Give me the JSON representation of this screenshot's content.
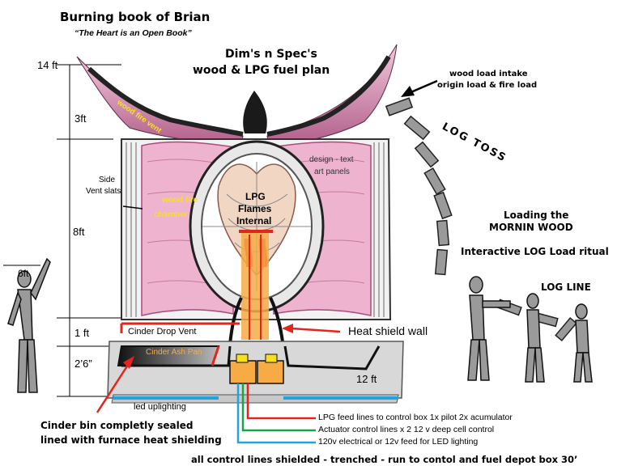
{
  "title": {
    "main": "Burning book of Brian",
    "subtitle": "“The Heart is an Open Book”"
  },
  "plan": {
    "line1": "Dim's n Spec's",
    "line2": "wood & LPG fuel  plan"
  },
  "heights": {
    "h14": "14 ft",
    "h3": "3ft",
    "h8": "8ft",
    "h6": "6ft",
    "h1": "1 ft",
    "h26": "2’6”",
    "w12": "12 ft"
  },
  "labels": {
    "wood_fire_vent": "wood fire vent",
    "side_vent_1": "Side",
    "side_vent_2": "Vent slats",
    "wood_fire_chamber_1": "wood fire",
    "wood_fire_chamber_2": "chamber",
    "design_1": "design - text",
    "design_2": "art panels",
    "lpg_1": "LPG",
    "lpg_2": "Flames",
    "lpg_3": "Internal",
    "cinder_drop": "Cinder Drop  Vent",
    "cinder_ash": "Cinder Ash Pan",
    "heat_shield": "Heat shield wall",
    "led_uplighting": "led uplighting",
    "wood_intake_1": "wood load intake",
    "wood_intake_2": "origin load & fire load",
    "log_toss": "LOG TOSS",
    "loading_1": "Loading the",
    "loading_2": "MORNIN WOOD",
    "ritual": "Interactive LOG Load ritual",
    "log_line": "LOG LINE",
    "cinder_bin_1": "Cinder bin completly sealed",
    "cinder_bin_2": "lined with furnace heat shielding",
    "lpg_feed": "LPG feed lines to control box 1x pilot 2x acumulator",
    "actuator": "Actuator control lines x 2  12 v deep cell  control",
    "electrical": "120v electrical or 12v feed for LED lighting",
    "footer": "all control lines shielded - trenched - run to contol and fuel depot box 30’"
  },
  "colors": {
    "pink": "#eeb3cf",
    "pink_dark": "#a84c7c",
    "orange": "#f6ab45",
    "red": "#e3251e",
    "blue": "#1fa3e1",
    "green": "#16a54b",
    "yellow": "#f7e11f",
    "gray": "#d8d8d8"
  }
}
